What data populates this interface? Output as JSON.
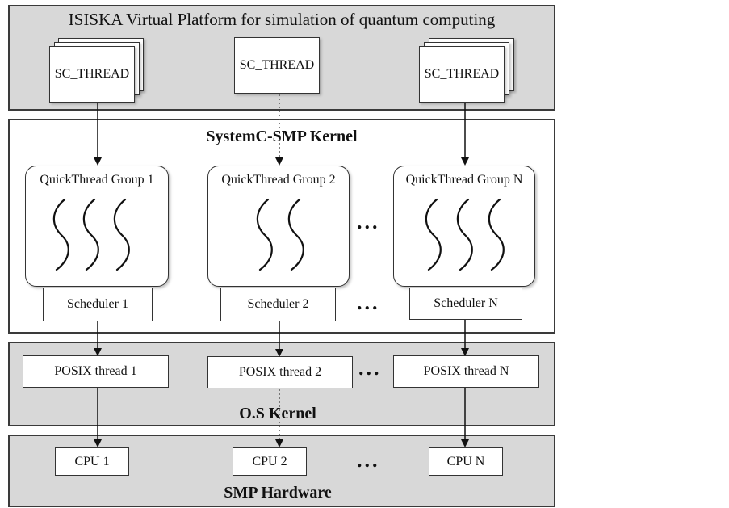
{
  "platform": {
    "title": "ISISKA Virtual Platform for simulation of quantum computing",
    "threads": [
      "SC_THREAD",
      "SC_THREAD",
      "SC_THREAD"
    ]
  },
  "kernel": {
    "title": "SystemC-SMP Kernel",
    "groups": [
      "QuickThread Group 1",
      "QuickThread Group 2",
      "QuickThread Group N"
    ],
    "schedulers": [
      "Scheduler 1",
      "Scheduler 2",
      "Scheduler N"
    ]
  },
  "os": {
    "title": "O.S Kernel",
    "posix": [
      "POSIX thread 1",
      "POSIX thread 2",
      "POSIX thread N"
    ]
  },
  "hardware": {
    "title": "SMP Hardware",
    "cpus": [
      "CPU 1",
      "CPU 2",
      "CPU N"
    ]
  },
  "ellipsis": "..."
}
